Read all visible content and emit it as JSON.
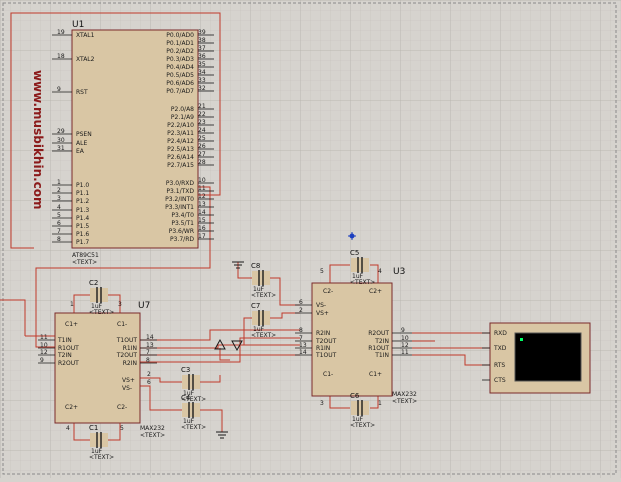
{
  "watermark": "www.musbikhin.com",
  "u1": {
    "ref": "U1",
    "part": "AT89C51",
    "text": "<TEXT>",
    "left_pins": [
      {
        "num": "19",
        "name": "XTAL1"
      },
      {
        "num": "18",
        "name": "XTAL2"
      },
      {
        "num": "9",
        "name": "RST"
      },
      {
        "num": "29",
        "name": "PSEN"
      },
      {
        "num": "30",
        "name": "ALE"
      },
      {
        "num": "31",
        "name": "EA"
      },
      {
        "num": "1",
        "name": "P1.0"
      },
      {
        "num": "2",
        "name": "P1.1"
      },
      {
        "num": "3",
        "name": "P1.2"
      },
      {
        "num": "4",
        "name": "P1.3"
      },
      {
        "num": "5",
        "name": "P1.4"
      },
      {
        "num": "6",
        "name": "P1.5"
      },
      {
        "num": "7",
        "name": "P1.6"
      },
      {
        "num": "8",
        "name": "P1.7"
      }
    ],
    "right_pins": [
      {
        "num": "39",
        "name": "P0.0/AD0"
      },
      {
        "num": "38",
        "name": "P0.1/AD1"
      },
      {
        "num": "37",
        "name": "P0.2/AD2"
      },
      {
        "num": "36",
        "name": "P0.3/AD3"
      },
      {
        "num": "35",
        "name": "P0.4/AD4"
      },
      {
        "num": "34",
        "name": "P0.5/AD5"
      },
      {
        "num": "33",
        "name": "P0.6/AD6"
      },
      {
        "num": "32",
        "name": "P0.7/AD7"
      },
      {
        "num": "21",
        "name": "P2.0/A8"
      },
      {
        "num": "22",
        "name": "P2.1/A9"
      },
      {
        "num": "23",
        "name": "P2.2/A10"
      },
      {
        "num": "24",
        "name": "P2.3/A11"
      },
      {
        "num": "25",
        "name": "P2.4/A12"
      },
      {
        "num": "26",
        "name": "P2.5/A13"
      },
      {
        "num": "27",
        "name": "P2.6/A14"
      },
      {
        "num": "28",
        "name": "P2.7/A15"
      },
      {
        "num": "10",
        "name": "P3.0/RXD"
      },
      {
        "num": "11",
        "name": "P3.1/TXD"
      },
      {
        "num": "12",
        "name": "P3.2/INT0"
      },
      {
        "num": "13",
        "name": "P3.3/INT1"
      },
      {
        "num": "14",
        "name": "P3.4/T0"
      },
      {
        "num": "15",
        "name": "P3.5/T1"
      },
      {
        "num": "16",
        "name": "P3.6/WR"
      },
      {
        "num": "17",
        "name": "P3.7/RD"
      }
    ]
  },
  "u7": {
    "ref": "U7",
    "part": "MAX232",
    "text": "<TEXT>",
    "left_pins": [
      {
        "num": "11",
        "name": "T1IN"
      },
      {
        "num": "10",
        "name": "R1OUT"
      },
      {
        "num": "12",
        "name": "T2IN"
      },
      {
        "num": "9",
        "name": "R2OUT"
      }
    ],
    "right_pins": [
      {
        "num": "14",
        "name": "T1OUT"
      },
      {
        "num": "13",
        "name": "R1IN"
      },
      {
        "num": "7",
        "name": "T2OUT"
      },
      {
        "num": "8",
        "name": "R2IN"
      }
    ],
    "cap_pins": [
      "C1+",
      "C1-",
      "C2+",
      "C2-",
      "VS+",
      "VS-"
    ],
    "pin_nums": {
      "c1p": "1",
      "c1m": "3",
      "c2p": "4",
      "c2m": "5",
      "vsp": "2",
      "vsm": "6"
    }
  },
  "u3": {
    "ref": "U3",
    "part": "MAX232",
    "text": "<TEXT>",
    "left_pins": [
      {
        "num": "6",
        "name": "VS-"
      },
      {
        "num": "2",
        "name": "VS+"
      },
      {
        "num": "8",
        "name": "R2IN"
      },
      {
        "num": "7",
        "name": "T2OUT"
      },
      {
        "num": "13",
        "name": "R1IN"
      },
      {
        "num": "14",
        "name": "T1OUT"
      }
    ],
    "right_pins": [
      {
        "num": "9",
        "name": "R2OUT"
      },
      {
        "num": "10",
        "name": "T2IN"
      },
      {
        "num": "12",
        "name": "R1OUT"
      },
      {
        "num": "11",
        "name": "T1IN"
      }
    ],
    "cap_pins": [
      "C2-",
      "C2+",
      "C1-",
      "C1+"
    ],
    "pin_nums": {
      "c2m": "5",
      "c2p": "4",
      "c1m": "3",
      "c1p": "1"
    }
  },
  "caps": [
    {
      "ref": "C2",
      "value": "1uF",
      "text": "<TEXT>"
    },
    {
      "ref": "C1",
      "value": "1uF",
      "text": "<TEXT>"
    },
    {
      "ref": "C3",
      "value": "1uF",
      "text": "<TEXT>"
    },
    {
      "ref": "C4",
      "value": "1uF",
      "text": "<TEXT>"
    },
    {
      "ref": "C5",
      "value": "1uF",
      "text": "<TEXT>"
    },
    {
      "ref": "C6",
      "value": "1uF",
      "text": "<TEXT>"
    },
    {
      "ref": "C7",
      "value": "1uF",
      "text": "<TEXT>"
    },
    {
      "ref": "C8",
      "value": "1uF",
      "text": "<TEXT>"
    }
  ],
  "terminal": {
    "pins": [
      "RXD",
      "TXD",
      "RTS",
      "CTS"
    ]
  },
  "colors": {
    "background": "#d6d3ce",
    "grid_minor": "#c4c1bb",
    "grid_major": "#b6b3ad",
    "wire": "#c0392b",
    "component_fill": "#d9c6a4",
    "component_stroke": "#7a2a2a",
    "terminal_screen": "#000000",
    "terminal_led": "#00ff66",
    "origin_marker": "#1c3fbf"
  }
}
